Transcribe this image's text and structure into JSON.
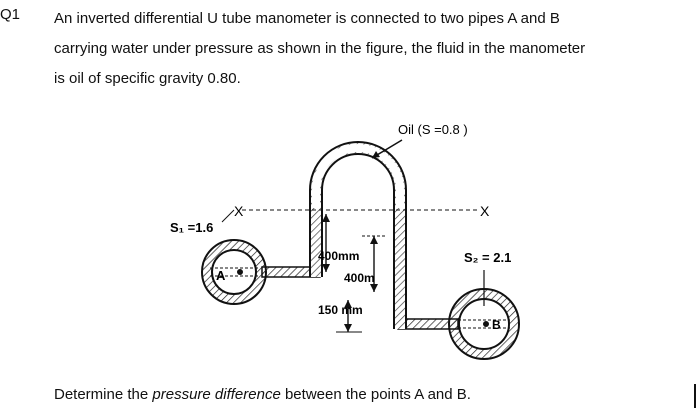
{
  "question": {
    "number": "Q1",
    "lines": [
      "An inverted differential U tube manometer is connected to two pipes A and B",
      "carrying water under pressure as shown in the figure, the fluid in the manometer",
      "is oil of specific gravity 0.80."
    ],
    "prompt_before": "Determine the ",
    "prompt_emphasis": "pressure difference",
    "prompt_after": " between the points A and B."
  },
  "figure": {
    "oil_label": "Oil (S =0.8 )",
    "x_left": "X",
    "x_right": "X",
    "s1_label": "S₁ =1.6",
    "s2_label": "S₂ = 2.1",
    "dim_400mm_left": "400mm",
    "dim_400mm_right": "400m",
    "dim_150mm": "150 mm",
    "point_a": "A",
    "point_b": "B"
  }
}
